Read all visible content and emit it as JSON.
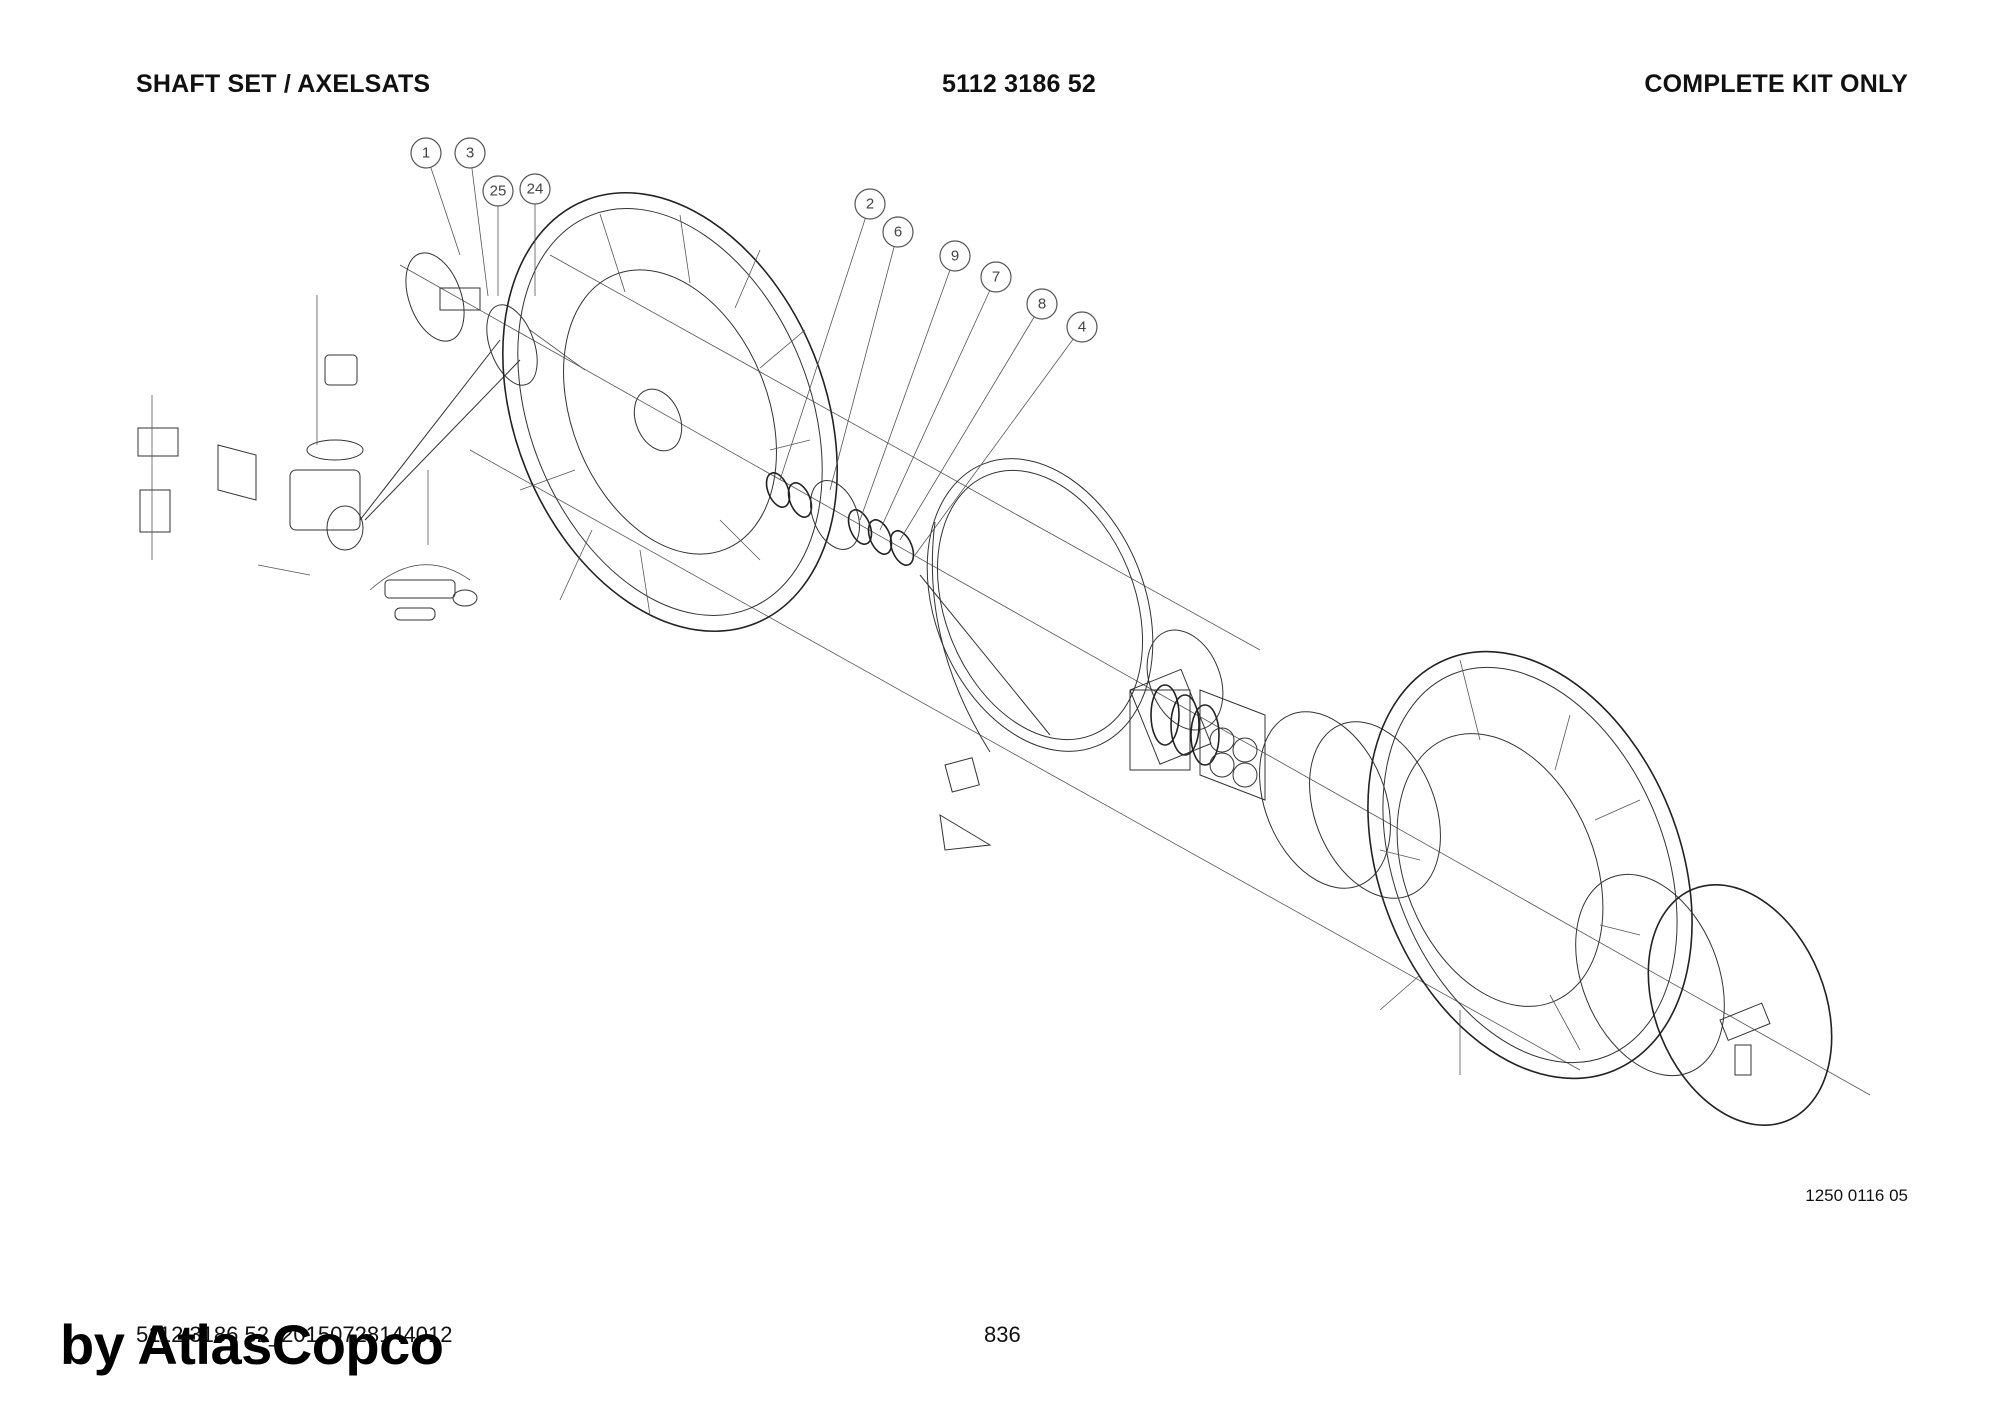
{
  "header": {
    "left": "SHAFT SET / AXELSATS",
    "center": "5112 3186 52",
    "right": "COMPLETE KIT ONLY"
  },
  "drawing_number": "1250 0116 05",
  "footer": {
    "code": "5112 3186 52_20150728144012",
    "page": "836"
  },
  "brand": "by AtlasCopco",
  "callouts": [
    "1",
    "3",
    "25",
    "24",
    "2",
    "6",
    "9",
    "7",
    "8",
    "4"
  ]
}
